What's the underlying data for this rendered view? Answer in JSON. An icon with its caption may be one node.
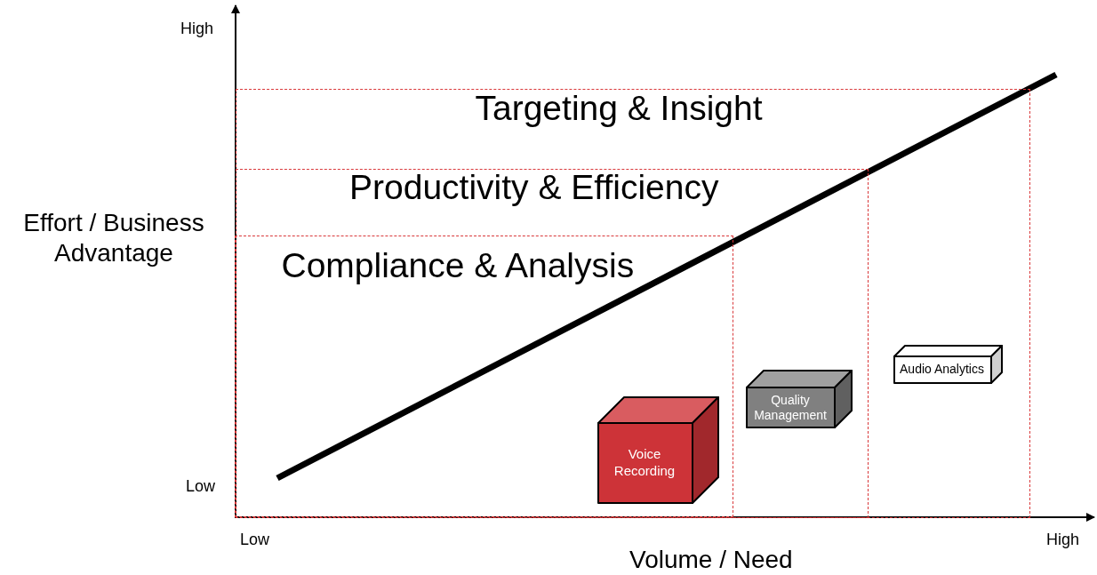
{
  "diagram": {
    "nodes": [
      {
        "text": [
          "Targeting & Insight"
        ]
      },
      {
        "text": [
          "Productivity & Efficiency"
        ],
        "in": 0
      },
      {
        "text": [
          "Compliance & Analysis"
        ],
        "in": 1
      },
      {
        "text": [
          "Voice Recording"
        ],
        "in": 2
      },
      {
        "text": [
          "Quality Management"
        ],
        "in": 1
      },
      {
        "text": [
          "Audio Analytics"
        ],
        "in": 0
      }
    ],
    "edges": [],
    "labels": [
      "High",
      "Effort / Business Advantage",
      "Low",
      "Low",
      "High",
      "Volume / Need"
    ]
  }
}
